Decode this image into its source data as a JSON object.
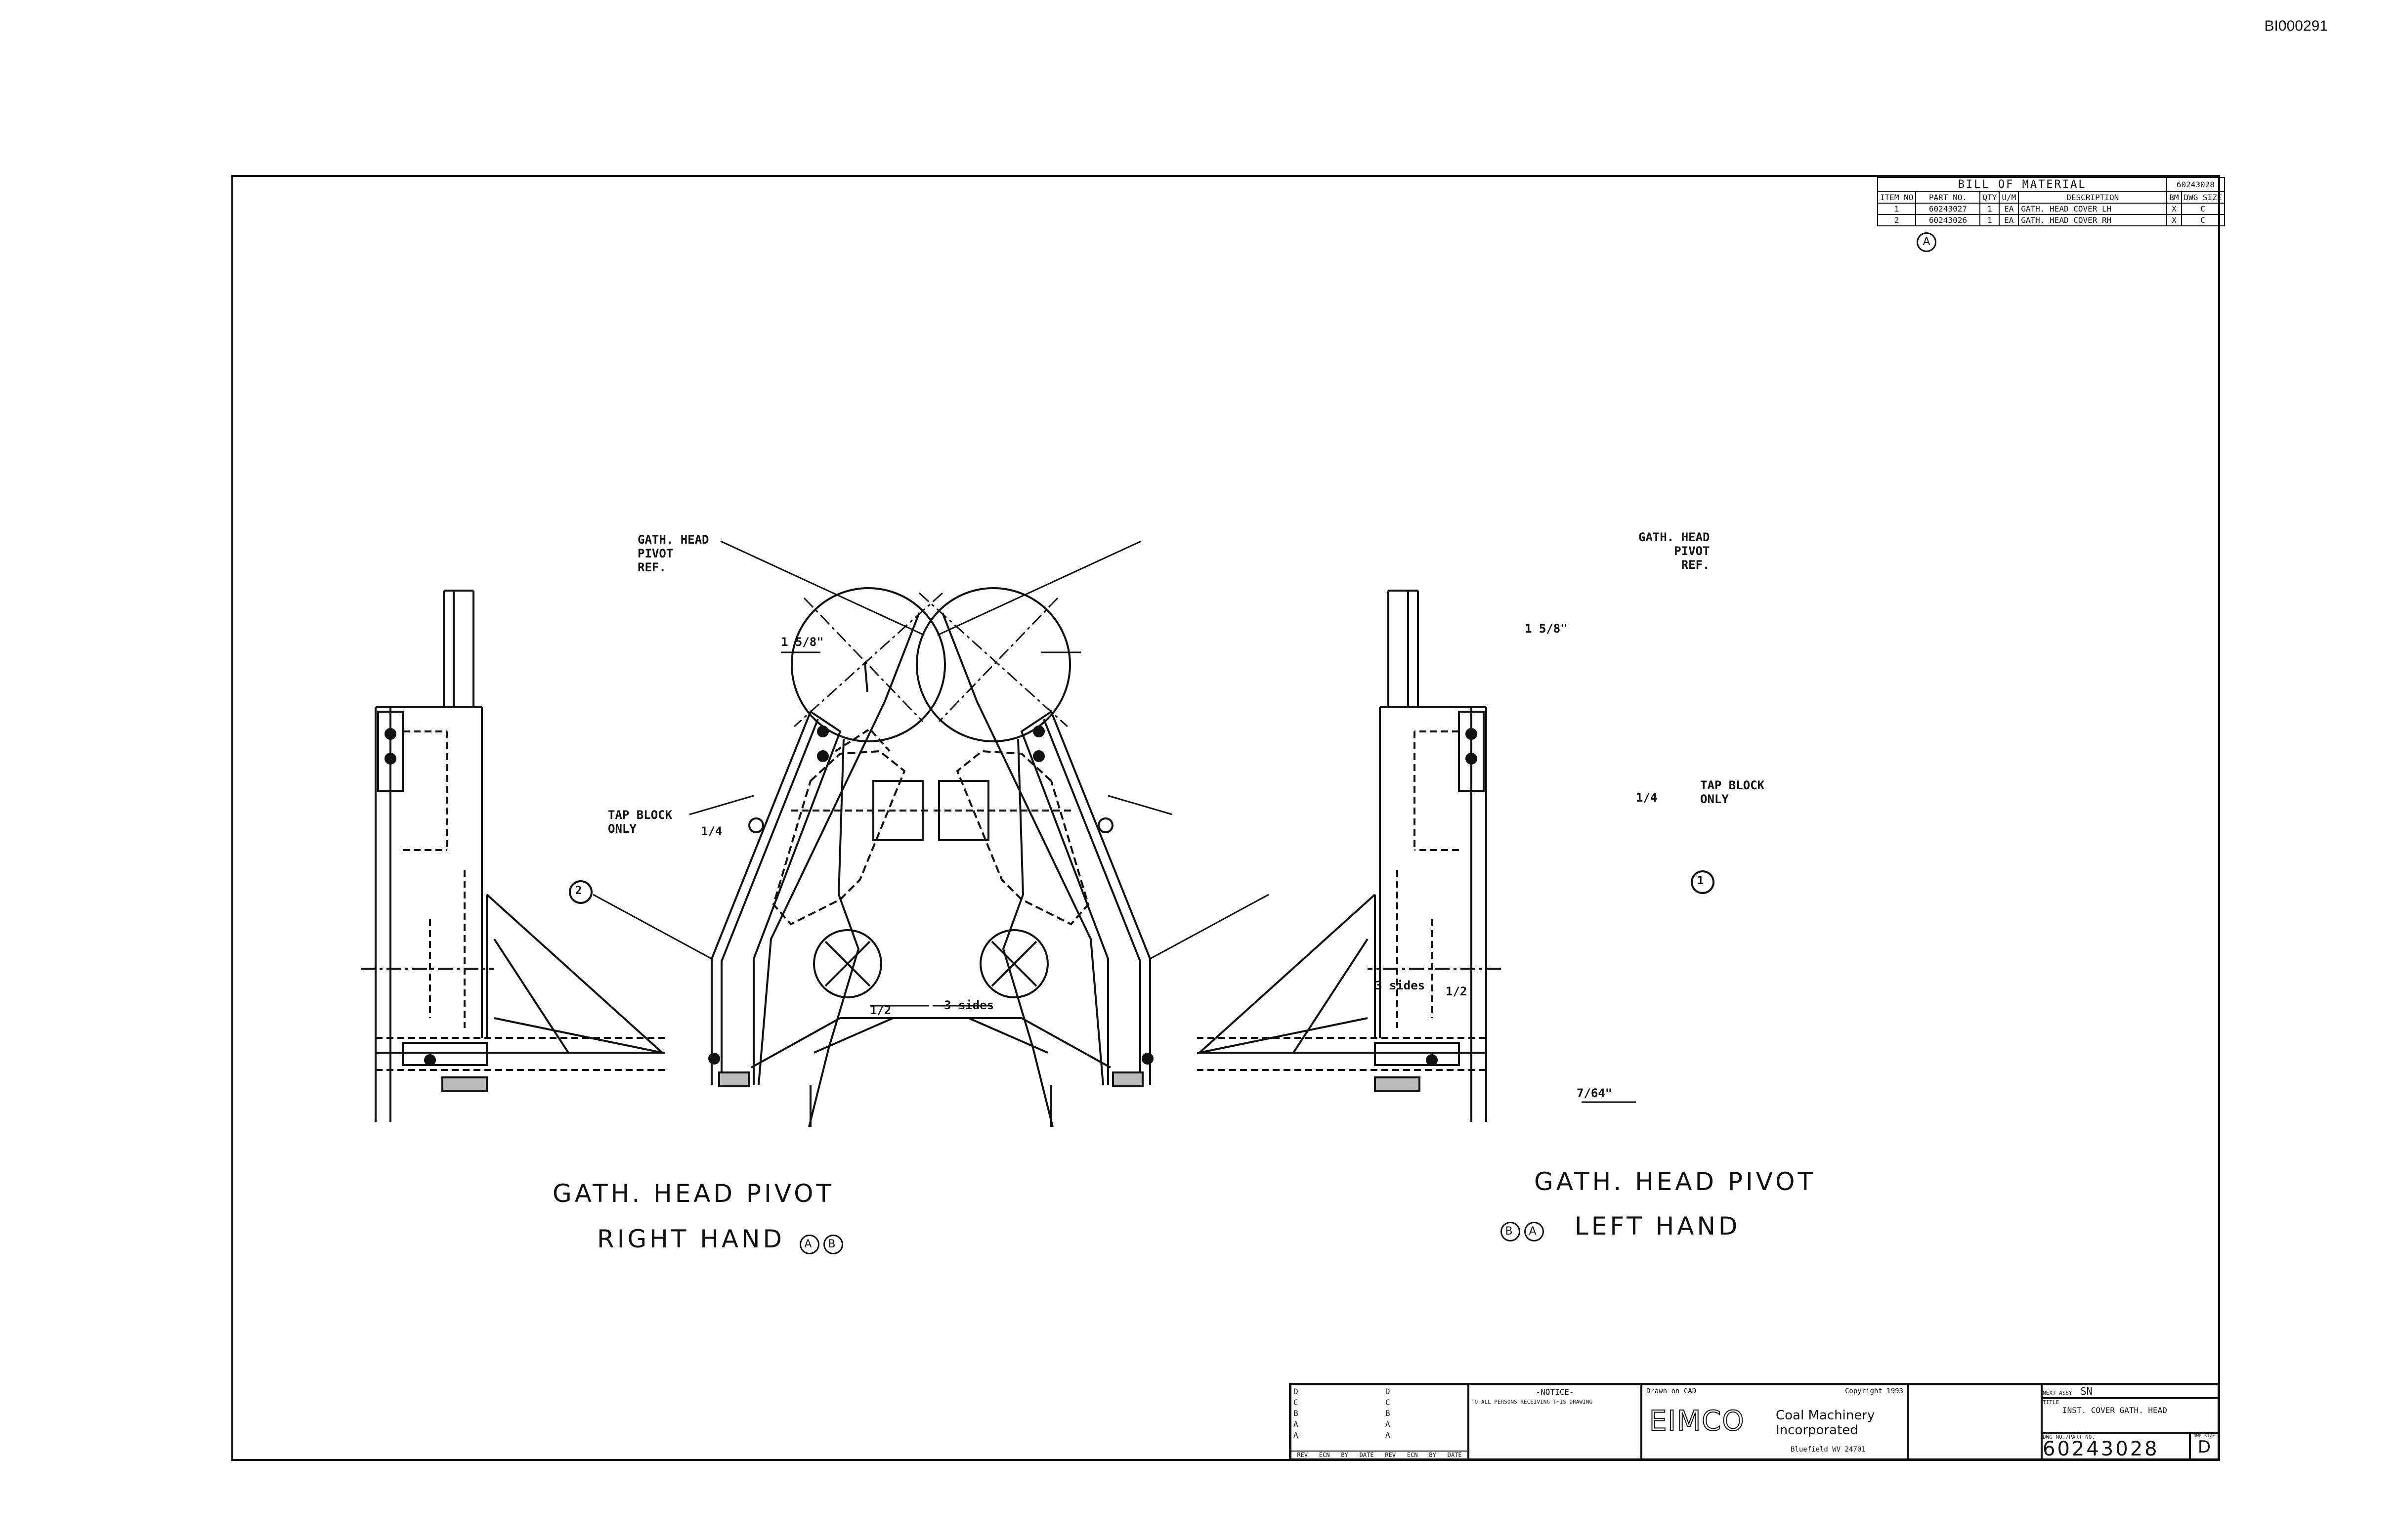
{
  "doc_id": "BI000291",
  "bom": {
    "title": "BILL OF MATERIAL",
    "drawing_no": "60243028",
    "headers": [
      "ITEM NO",
      "PART NO.",
      "QTY",
      "U/M",
      "DESCRIPTION",
      "BM",
      "DWG SIZE"
    ],
    "rows": [
      [
        "1",
        "60243027",
        "1",
        "EA",
        "GATH. HEAD COVER LH",
        "X",
        "C"
      ],
      [
        "2",
        "60243026",
        "1",
        "EA",
        "GATH. HEAD COVER RH",
        "X",
        "C"
      ]
    ],
    "note_marker": "A"
  },
  "views": {
    "right": {
      "title": "GATH. HEAD PIVOT",
      "subtitle": "RIGHT HAND",
      "markers": [
        "A",
        "B"
      ],
      "pivot_ref": "GATH. HEAD\nPIVOT\nREF.",
      "dim_top": "1 5/8\"",
      "tap_block": "TAP BLOCK\nONLY",
      "weld_tap": "1/4",
      "weld_3sides": "1/2",
      "three_sides": "3 sides",
      "item_balloon": "2"
    },
    "left": {
      "title": "GATH. HEAD PIVOT",
      "subtitle": "LEFT HAND",
      "markers": [
        "B",
        "A"
      ],
      "pivot_ref": "GATH. HEAD\nPIVOT\nREF.",
      "dim_top": "1 5/8\"",
      "tap_block": "TAP BLOCK\nONLY",
      "weld_tap": "1/4",
      "weld_3sides": "1/2",
      "three_sides": "3 sides",
      "gap_dim": "7/64\"",
      "item_balloon": "1"
    }
  },
  "title_block": {
    "rev_letters": [
      "D",
      "C",
      "B",
      "A",
      "A"
    ],
    "rev_letters_right": [
      "D",
      "C",
      "B",
      "A",
      "A"
    ],
    "rev_footer": [
      "REV",
      "ECN",
      "BY",
      "DATE",
      "REV",
      "ECN",
      "BY",
      "DATE"
    ],
    "notice_title": "-NOTICE-",
    "notice_body": "TO ALL PERSONS RECEIVING THIS DRAWING",
    "drawn_on": "Drawn on CAD",
    "copyright": "Copyright 1993",
    "company_logo": "EIMCO",
    "company_name": "Coal Machinery Incorporated",
    "company_city": "Bluefield WV 24701",
    "next_assy_label": "NEXT ASSY",
    "next_assy": "SN",
    "title_label": "TITLE",
    "title": "INST. COVER GATH. HEAD",
    "dwg_no_label": "DWG NO./PART NO.",
    "dwg_no": "60243028",
    "size_label": "DWG SIZE",
    "size": "D"
  }
}
